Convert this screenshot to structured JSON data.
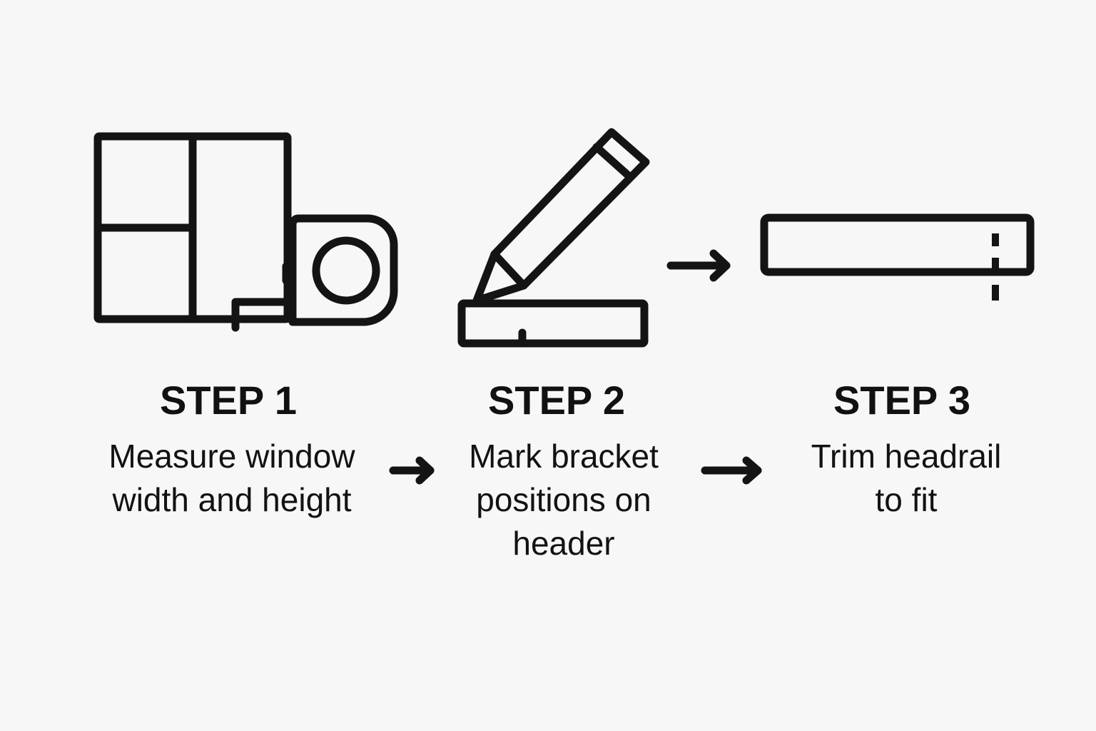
{
  "steps": [
    {
      "title": "STEP 1",
      "lines": [
        "Measure window",
        "width and height"
      ],
      "icon": "window-tape-measure-icon"
    },
    {
      "title": "STEP 2",
      "lines": [
        "Mark bracket",
        "positions on",
        "header"
      ],
      "icon": "pencil-header-icon"
    },
    {
      "title": "STEP 3",
      "lines": [
        "Trim headrail",
        "to fit"
      ],
      "icon": "headrail-cut-icon"
    }
  ],
  "colors": {
    "background": "#f7f7f7",
    "ink": "#141414"
  }
}
